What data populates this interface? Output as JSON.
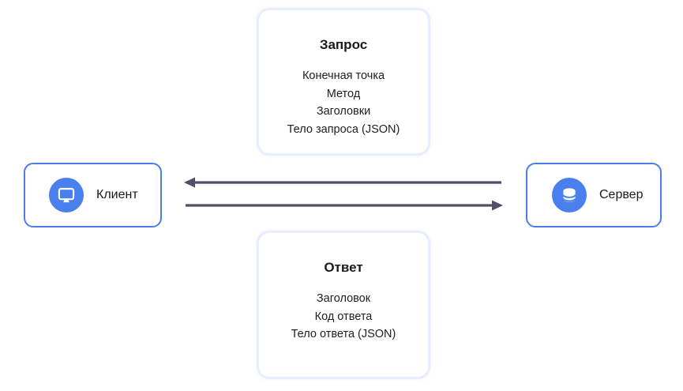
{
  "diagram": {
    "request": {
      "title": "Запрос",
      "items": [
        "Конечная точка",
        "Метод",
        "Заголовки",
        "Тело запроса (JSON)"
      ]
    },
    "response": {
      "title": "Ответ",
      "items": [
        "Заголовок",
        "Код ответа",
        "Тело ответа (JSON)"
      ]
    },
    "client": {
      "label": "Клиент",
      "icon": "monitor-icon"
    },
    "server": {
      "label": "Сервер",
      "icon": "database-icon"
    },
    "arrows": [
      {
        "name": "server-to-client-arrow",
        "direction": "left"
      },
      {
        "name": "client-to-server-arrow",
        "direction": "right"
      }
    ],
    "colors": {
      "node_border_blue": "#4a7dea",
      "icon_circle_blue": "#4a80ee",
      "arrow_dark": "#514e6a",
      "card_border_light": "#e7eefe",
      "text": "#1a1a1a",
      "background": "#ffffff"
    }
  }
}
